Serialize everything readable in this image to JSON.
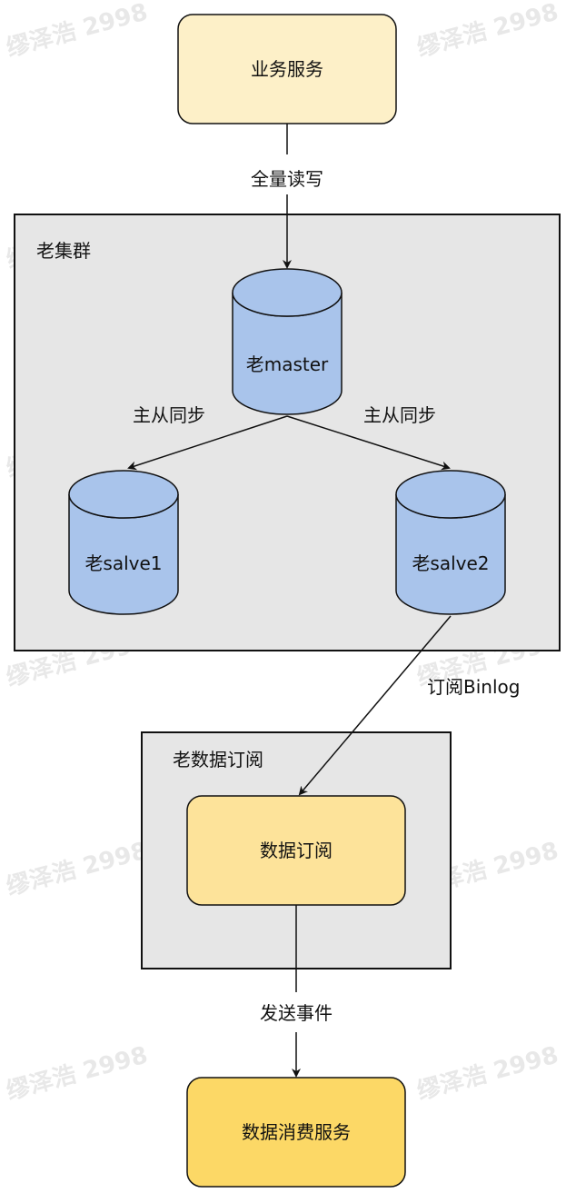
{
  "watermark": "缪泽浩 2998",
  "colors": {
    "business_fill": "#fdf0c8",
    "subscribe_fill": "#fde39a",
    "consumer_fill": "#fcd866",
    "db_fill": "#a9c4eb",
    "cluster_fill": "#e6e6e6",
    "stroke": "#111111"
  },
  "nodes": {
    "business_service": "业务服务",
    "old_master": "老master",
    "old_slave1": "老salve1",
    "old_slave2": "老salve2",
    "data_subscribe": "数据订阅",
    "data_consumer_service": "数据消费服务"
  },
  "clusters": {
    "old_cluster": "老集群",
    "old_data_subscribe": "老数据订阅"
  },
  "edges": {
    "full_read_write": "全量读写",
    "sync_left": "主从同步",
    "sync_right": "主从同步",
    "subscribe_binlog": "订阅Binlog",
    "send_event": "发送事件"
  }
}
